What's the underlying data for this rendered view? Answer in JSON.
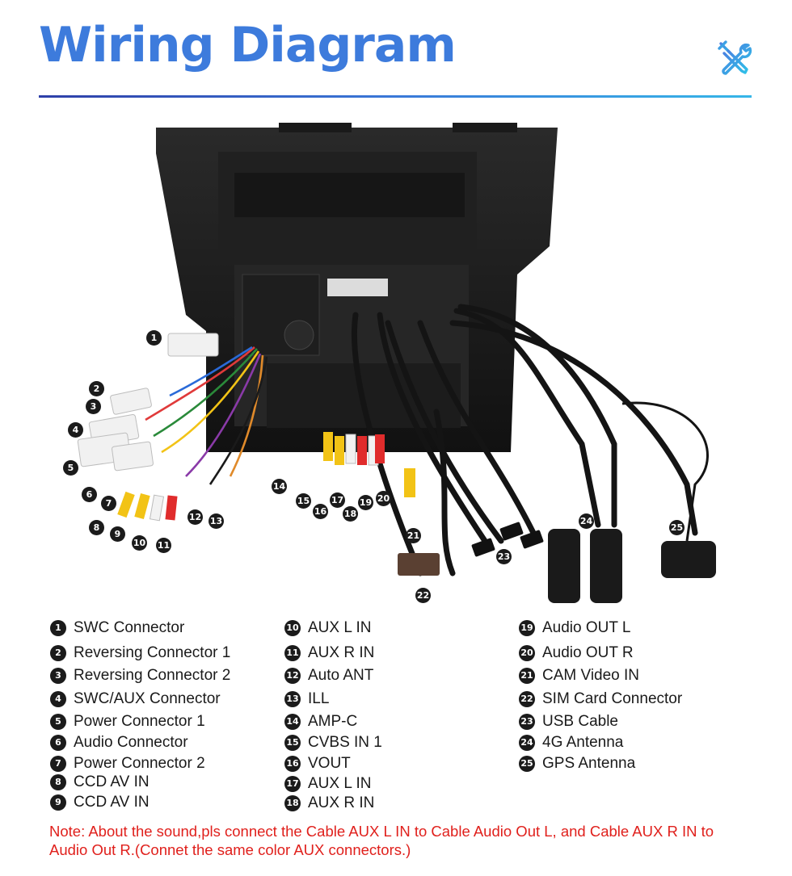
{
  "header": {
    "title": "Wiring Diagram",
    "icon": "tools-icon",
    "accent_color": "#3d7bdc"
  },
  "diagram": {
    "callouts": [
      "1",
      "2",
      "3",
      "4",
      "5",
      "6",
      "7",
      "8",
      "9",
      "10",
      "11",
      "12",
      "13",
      "14",
      "15",
      "16",
      "17",
      "18",
      "19",
      "20",
      "21",
      "22",
      "23",
      "24",
      "25"
    ]
  },
  "legend": {
    "columns": [
      [
        {
          "num": "1",
          "label": "SWC Connector"
        },
        {
          "num": "2",
          "label": "Reversing Connector 1"
        },
        {
          "num": "3",
          "label": "Reversing Connector 2"
        },
        {
          "num": "4",
          "label": "SWC/AUX Connector"
        },
        {
          "num": "5",
          "label": "Power Connector 1"
        },
        {
          "num": "6",
          "label": "Audio Connector"
        },
        {
          "num": "7",
          "label": "Power Connector 2"
        },
        {
          "num": "8",
          "label": "CCD AV IN"
        },
        {
          "num": "9",
          "label": "CCD AV IN"
        }
      ],
      [
        {
          "num": "10",
          "label": "AUX L IN"
        },
        {
          "num": "11",
          "label": "AUX R IN"
        },
        {
          "num": "12",
          "label": "Auto ANT"
        },
        {
          "num": "13",
          "label": "ILL"
        },
        {
          "num": "14",
          "label": "AMP-C"
        },
        {
          "num": "15",
          "label": "CVBS IN 1"
        },
        {
          "num": "16",
          "label": "VOUT"
        },
        {
          "num": "17",
          "label": "AUX L IN"
        },
        {
          "num": "18",
          "label": "AUX R IN"
        }
      ],
      [
        {
          "num": "19",
          "label": "Audio OUT L"
        },
        {
          "num": "20",
          "label": "Audio OUT R"
        },
        {
          "num": "21",
          "label": "CAM Video IN"
        },
        {
          "num": "22",
          "label": "SIM Card Connector"
        },
        {
          "num": "23",
          "label": "USB Cable"
        },
        {
          "num": "24",
          "label": "4G Antenna"
        },
        {
          "num": "25",
          "label": "GPS Antenna"
        }
      ]
    ]
  },
  "note": "Note: About the sound,pls connect the Cable AUX L IN to Cable Audio Out L, and Cable AUX R IN to  Audio Out R.(Connet the same color AUX connectors.)"
}
